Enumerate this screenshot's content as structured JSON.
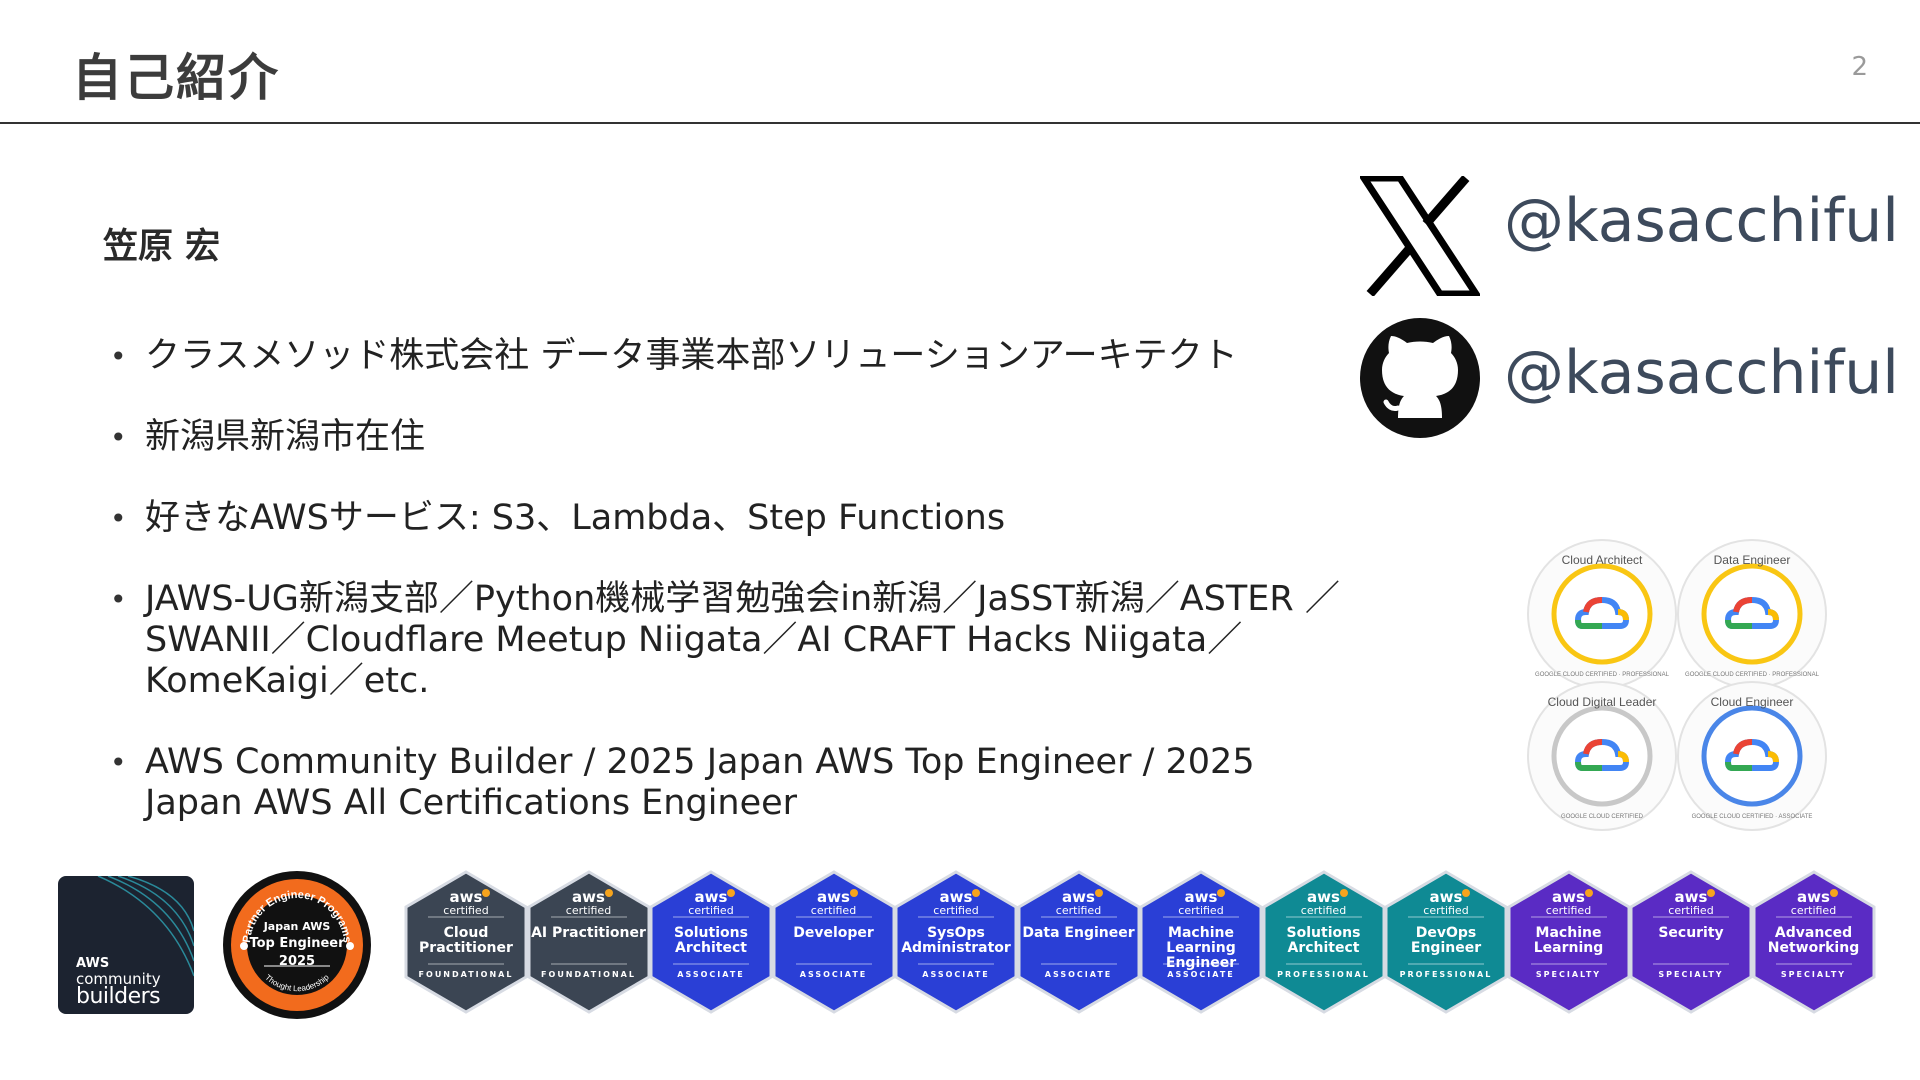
{
  "header": {
    "title": "自己紹介",
    "page_number": "2"
  },
  "profile": {
    "name": "笠原 宏"
  },
  "bullets": [
    "クラスメソッド株式会社 データ事業本部ソリューションアーキテクト",
    "新潟県新潟市在住",
    "好きなAWSサービス: S3、Lambda、Step Functions",
    "JAWS-UG新潟支部／Python機械学習勉強会in新潟／JaSST新潟／ASTER ／SWANII／Cloudflare Meetup Niigata／AI CRAFT Hacks Niigata／KomeKaigi／etc.",
    "AWS Community Builder / 2025 Japan AWS Top Engineer / 2025 Japan AWS All Certifications Engineer"
  ],
  "social": {
    "x": {
      "icon": "x-logo-icon",
      "handle": "@kasacchiful"
    },
    "github": {
      "icon": "github-logo-icon",
      "handle": "@kasacchiful"
    }
  },
  "google_cloud_badges": [
    {
      "ring": "Cloud Architect",
      "bottom": "GOOGLE CLOUD CERTIFIED · PROFESSIONAL",
      "color": "#f9c613"
    },
    {
      "ring": "Data Engineer",
      "bottom": "GOOGLE CLOUD CERTIFIED · PROFESSIONAL",
      "color": "#f9c613"
    },
    {
      "ring": "Cloud Digital Leader",
      "bottom": "GOOGLE CLOUD CERTIFIED",
      "color": "#c8c8c8"
    },
    {
      "ring": "Cloud Engineer",
      "bottom": "GOOGLE CLOUD CERTIFIED · ASSOCIATE",
      "color": "#4a86e8"
    }
  ],
  "community_builder": {
    "line1": "AWS",
    "line2": "community",
    "line3": "builders"
  },
  "top_engineer": {
    "arc_top": "Partner Engineer Programs",
    "line1": "Japan AWS",
    "line2": "Top Engineer",
    "line3": "2025",
    "arc_bottom": "Thought Leadership"
  },
  "aws_cert_badges": [
    {
      "aws": "aws",
      "certified": "certified",
      "name": "Cloud Practitioner",
      "level": "FOUNDATIONAL",
      "color": "#3b4553"
    },
    {
      "aws": "aws",
      "certified": "certified",
      "name": "AI Practitioner",
      "level": "FOUNDATIONAL",
      "color": "#3b4553"
    },
    {
      "aws": "aws",
      "certified": "certified",
      "name": "Solutions Architect",
      "level": "ASSOCIATE",
      "color": "#2a3fd6"
    },
    {
      "aws": "aws",
      "certified": "certified",
      "name": "Developer",
      "level": "ASSOCIATE",
      "color": "#2a3fd6"
    },
    {
      "aws": "aws",
      "certified": "certified",
      "name": "SysOps Administrator",
      "level": "ASSOCIATE",
      "color": "#2a3fd6"
    },
    {
      "aws": "aws",
      "certified": "certified",
      "name": "Data Engineer",
      "level": "ASSOCIATE",
      "color": "#2a3fd6"
    },
    {
      "aws": "aws",
      "certified": "certified",
      "name": "Machine Learning Engineer",
      "level": "ASSOCIATE",
      "color": "#2a3fd6"
    },
    {
      "aws": "aws",
      "certified": "certified",
      "name": "Solutions Architect",
      "level": "PROFESSIONAL",
      "color": "#0f8a94"
    },
    {
      "aws": "aws",
      "certified": "certified",
      "name": "DevOps Engineer",
      "level": "PROFESSIONAL",
      "color": "#0f8a94"
    },
    {
      "aws": "aws",
      "certified": "certified",
      "name": "Machine Learning",
      "level": "SPECIALTY",
      "color": "#5a2bc4"
    },
    {
      "aws": "aws",
      "certified": "certified",
      "name": "Security",
      "level": "SPECIALTY",
      "color": "#5a2bc4"
    },
    {
      "aws": "aws",
      "certified": "certified",
      "name": "Advanced Networking",
      "level": "SPECIALTY",
      "color": "#5a2bc4"
    }
  ]
}
